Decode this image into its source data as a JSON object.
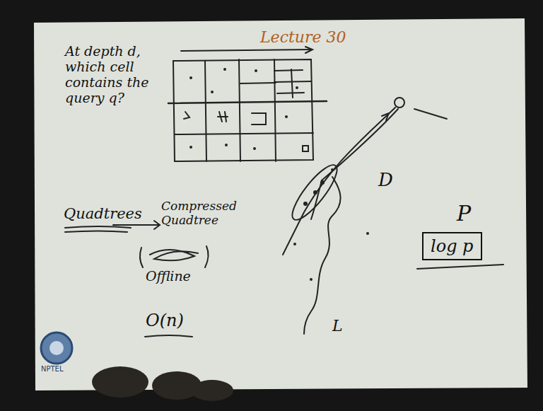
{
  "diagram": {
    "nodes": [
      {
        "text": [
          "log p"
        ]
      }
    ],
    "labels": [
      "At depth d, which cell contains the query q?",
      "Lecture 30",
      "Quadtrees",
      "Compressed Quadtree",
      "Offline",
      "O(n)",
      "D",
      "P",
      "L",
      "NPTEL"
    ]
  }
}
